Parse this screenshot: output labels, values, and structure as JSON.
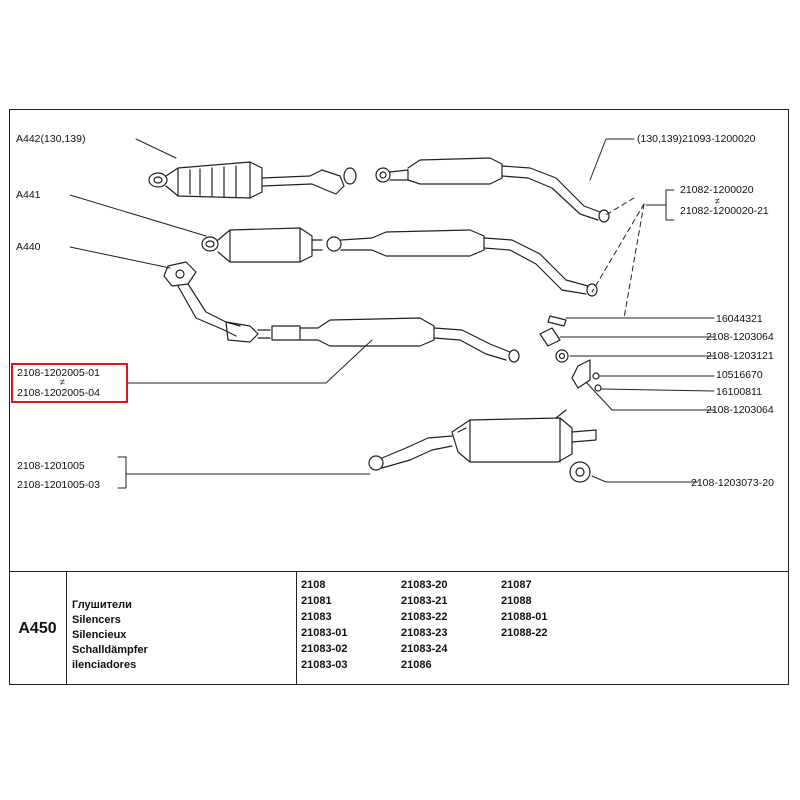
{
  "labels_left": {
    "a442": "A442(130,139)",
    "a441": "A441",
    "a440": "A440",
    "p_2108_1202005_01": "2108-1202005-01",
    "p_2108_1202005_04": "2108-1202005-04",
    "p_2108_1201005": "2108-1201005",
    "p_2108_1201005_03": "2108-1201005-03"
  },
  "labels_right": {
    "p_130_139_21093": "(130,139)21093-1200020",
    "p_21082_1200020": "21082-1200020",
    "p_21082_1200020_21": "21082-1200020-21",
    "p_16044321": "16044321",
    "p_2108_1203064_a": "2108-1203064",
    "p_2108_1203121": "2108-1203121",
    "p_10516670": "10516670",
    "p_16100811": "16100811",
    "p_2108_1203064_b": "2108-1203064",
    "p_2108_1203073_20": "2108-1203073-20"
  },
  "alt_marker": "≠",
  "highlight_color": "#e3131b",
  "footer": {
    "code": "A450",
    "names": [
      "Глушители",
      "Silencers",
      "Silencieux",
      "Schalldämpfer",
      "ilenciadores"
    ],
    "models": [
      [
        "2108",
        "21081",
        "21083",
        "21083-01",
        "21083-02",
        "21083-03"
      ],
      [
        "21083-20",
        "21083-21",
        "21083-22",
        "21083-23",
        "21083-24",
        "21086"
      ],
      [
        "21087",
        "21088",
        "21088-01",
        "21088-22"
      ]
    ]
  }
}
